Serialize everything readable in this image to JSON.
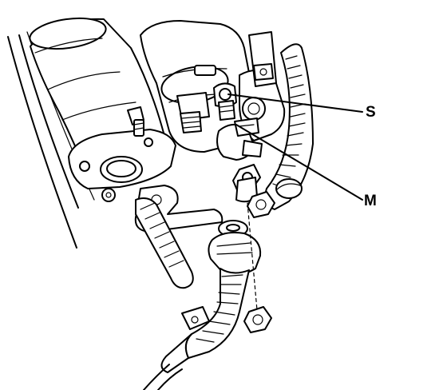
{
  "callouts": {
    "s_label": "S",
    "m_label": "M"
  },
  "parts": [
    {
      "name": "starter-motor",
      "icon": "starter-motor-drawing"
    },
    {
      "name": "solenoid",
      "icon": "solenoid-drawing"
    },
    {
      "name": "terminal-s-connector",
      "icon": "connector-drawing"
    },
    {
      "name": "terminal-b-nut",
      "icon": "hex-nut-drawing"
    },
    {
      "name": "terminal-m",
      "icon": "terminal-drawing"
    },
    {
      "name": "battery-cable",
      "icon": "cable-drawing"
    },
    {
      "name": "wire-harness",
      "icon": "harness-drawing"
    }
  ]
}
